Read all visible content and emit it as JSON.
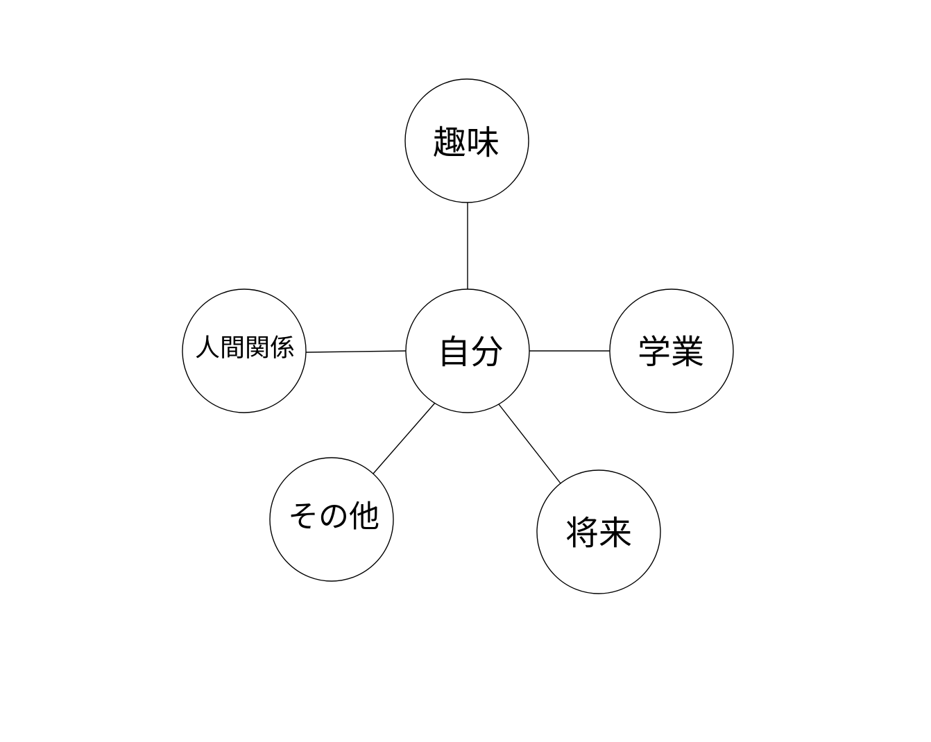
{
  "diagram": {
    "center": {
      "label": "自分"
    },
    "branches": [
      {
        "id": "hobby",
        "label": "趣味"
      },
      {
        "id": "study",
        "label": "学業"
      },
      {
        "id": "future",
        "label": "将来"
      },
      {
        "id": "other",
        "label": "その他"
      },
      {
        "id": "relationships",
        "label": "人間関係"
      }
    ],
    "colors": {
      "stroke": "#000000",
      "fill": "#ffffff",
      "text": "#000000"
    }
  }
}
